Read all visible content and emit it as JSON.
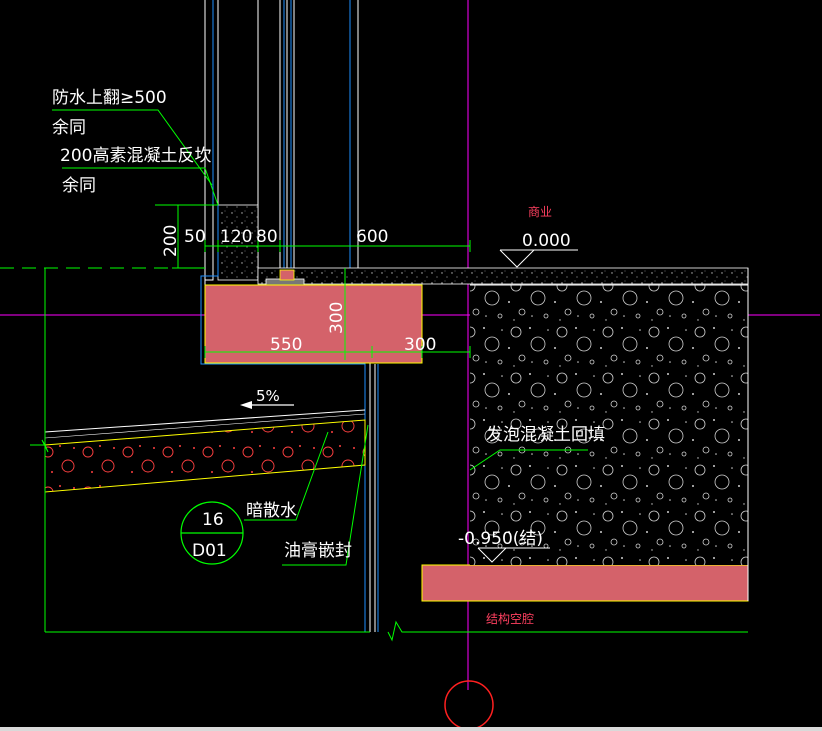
{
  "notes": {
    "waterproof_upturn": "防水上翻≥500",
    "same1": "余同",
    "concrete_curb": "200高素混凝土反坎",
    "same2": "余同",
    "commercial": "商业",
    "hidden_drain": "暗散水",
    "bitumen_seal": "油膏嵌封",
    "foam_concrete": "发泡混凝土回填",
    "structural_cavity": "结构空腔"
  },
  "dimensions": {
    "d200": "200",
    "d50": "50",
    "d120": "120",
    "d80": "80",
    "d600": "600",
    "d300v": "300",
    "d550": "550",
    "d300h": "300",
    "slope": "5%"
  },
  "levels": {
    "floor": "0.000",
    "structure": "-0.950(结)"
  },
  "detail_ref": {
    "number": "16",
    "sheet": "D01"
  },
  "colors": {
    "background": "#000000",
    "dim_line": "#00ff00",
    "text": "#ffffff",
    "beam_fill": "#d4626a",
    "beam_outline": "#ffff00",
    "wall_line": "#1e90ff",
    "axis_line": "#ff00ff",
    "red_text": "#ff4060"
  }
}
